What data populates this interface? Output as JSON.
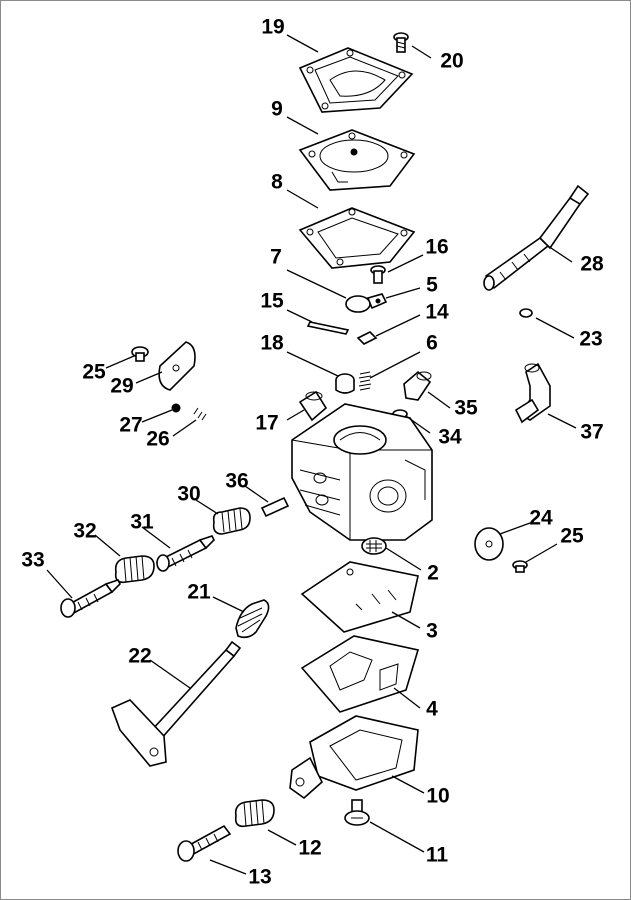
{
  "diagram": {
    "border_color": "#8a8a8a",
    "callouts": [
      {
        "id": "c19",
        "label": "19"
      },
      {
        "id": "c20",
        "label": "20"
      },
      {
        "id": "c9",
        "label": "9"
      },
      {
        "id": "c8",
        "label": "8"
      },
      {
        "id": "c28",
        "label": "28"
      },
      {
        "id": "c16",
        "label": "16"
      },
      {
        "id": "c7",
        "label": "7"
      },
      {
        "id": "c5",
        "label": "5"
      },
      {
        "id": "c15",
        "label": "15"
      },
      {
        "id": "c14",
        "label": "14"
      },
      {
        "id": "c23",
        "label": "23"
      },
      {
        "id": "c18",
        "label": "18"
      },
      {
        "id": "c6",
        "label": "6"
      },
      {
        "id": "c25a",
        "label": "25"
      },
      {
        "id": "c29",
        "label": "29"
      },
      {
        "id": "c35",
        "label": "35"
      },
      {
        "id": "c17",
        "label": "17"
      },
      {
        "id": "c27",
        "label": "27"
      },
      {
        "id": "c26",
        "label": "26"
      },
      {
        "id": "c34",
        "label": "34"
      },
      {
        "id": "c37",
        "label": "37"
      },
      {
        "id": "c36",
        "label": "36"
      },
      {
        "id": "c30",
        "label": "30"
      },
      {
        "id": "c24",
        "label": "24"
      },
      {
        "id": "c31",
        "label": "31"
      },
      {
        "id": "c32",
        "label": "32"
      },
      {
        "id": "c25b",
        "label": "25"
      },
      {
        "id": "c33",
        "label": "33"
      },
      {
        "id": "c2",
        "label": "2"
      },
      {
        "id": "c21",
        "label": "21"
      },
      {
        "id": "c3",
        "label": "3"
      },
      {
        "id": "c22",
        "label": "22"
      },
      {
        "id": "c4",
        "label": "4"
      },
      {
        "id": "c10",
        "label": "10"
      },
      {
        "id": "c12",
        "label": "12"
      },
      {
        "id": "c11",
        "label": "11"
      },
      {
        "id": "c13",
        "label": "13"
      }
    ]
  }
}
